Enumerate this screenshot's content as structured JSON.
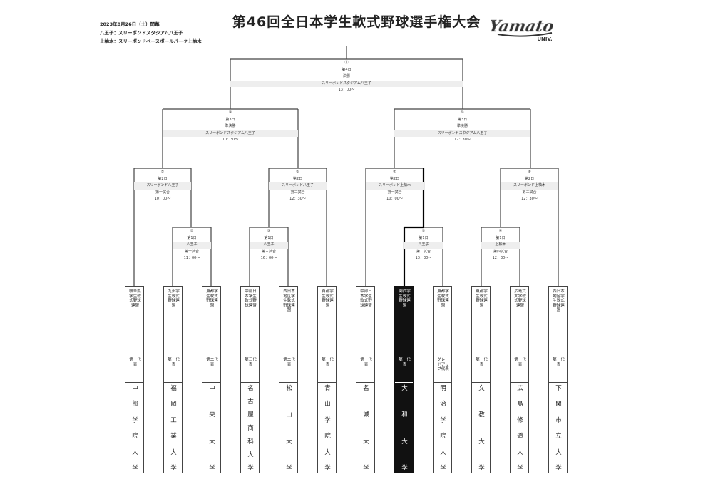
{
  "title": "第46回全日本学生軟式野球選手権大会",
  "info": [
    "2023年8月26日（土）開幕",
    "八王子：スリーボンドスタジアム八王子",
    "上柚木：スリーボンドベースボールパーク上柚木"
  ],
  "logo": {
    "text": "Yamato",
    "sub": "UNIV."
  },
  "matches": [
    {
      "id": "m11",
      "num": "⑪",
      "lines": [
        "第4日",
        "決勝",
        "スリーボンドスタジアム八王子",
        "13：00〜"
      ]
    },
    {
      "id": "m9",
      "num": "⑨",
      "lines": [
        "第3日",
        "準決勝",
        "スリーボンドスタジアム八王子",
        "10：30〜"
      ]
    },
    {
      "id": "m10",
      "num": "⑩",
      "lines": [
        "第3日",
        "準決勝",
        "スリーボンドスタジアム八王子",
        "12：30〜"
      ]
    },
    {
      "id": "m5",
      "num": "⑤",
      "lines": [
        "第2日",
        "スリーボンド八王子",
        "第一試合",
        "10：00〜"
      ]
    },
    {
      "id": "m6",
      "num": "⑥",
      "lines": [
        "第2日",
        "スリーボンド八王子",
        "第二試合",
        "12：30〜"
      ]
    },
    {
      "id": "m7",
      "num": "⑦",
      "lines": [
        "第2日",
        "スリーボンド上柚木",
        "第一試合",
        "10：00〜"
      ]
    },
    {
      "id": "m8",
      "num": "⑧",
      "lines": [
        "第2日",
        "スリーボンド上柚木",
        "第二試合",
        "12：30〜"
      ]
    },
    {
      "id": "m1",
      "num": "①",
      "lines": [
        "第1日",
        "八王子",
        "第一試合",
        "11：00〜"
      ]
    },
    {
      "id": "m3",
      "num": "③",
      "lines": [
        "第1日",
        "八王子",
        "第三試合",
        "16：00〜"
      ]
    },
    {
      "id": "m2",
      "num": "②",
      "lines": [
        "第1日",
        "八王子",
        "第二試合",
        "13：30〜"
      ]
    },
    {
      "id": "m4",
      "num": "④",
      "lines": [
        "第1日",
        "上柚木",
        "第四試合",
        "12：30〜"
      ]
    }
  ],
  "teams": [
    {
      "conf": "岐阜県学生軟式野球連盟",
      "rep": "第一代表",
      "name": "中部学院大学"
    },
    {
      "conf": "九州学生軟式野球連盟",
      "rep": "第一代表",
      "name": "福岡工業大学"
    },
    {
      "conf": "東都学生軟式野球連盟",
      "rep": "第二代表",
      "name": "中央大学"
    },
    {
      "conf": "中部日本学生軟式野球連盟",
      "rep": "第三代表",
      "name": "名古屋商科大学"
    },
    {
      "conf": "西日本地区学生軟式野球連盟",
      "rep": "第二代表",
      "name": "松山大学"
    },
    {
      "conf": "首都学生軟式野球連盟",
      "rep": "第一代表",
      "name": "青山学院大学"
    },
    {
      "conf": "中部日本学生軟式野球連盟",
      "rep": "第一代表",
      "name": "名城大学"
    },
    {
      "conf": "関西学生軟式野球連盟",
      "rep": "第一代表",
      "name": "大和大学"
    },
    {
      "conf": "東都学生軟式野球連盟",
      "rep": "グレードアップ代表",
      "name": "明治学院大学"
    },
    {
      "conf": "東都学生軟式野球連盟",
      "rep": "第一代表",
      "name": "文教大学"
    },
    {
      "conf": "広島六大学軟式野球連盟",
      "rep": "第一代表",
      "name": "広島修道大学"
    },
    {
      "conf": "西日本地区学生軟式野球連盟",
      "rep": "第一代表",
      "name": "下関市立大学"
    }
  ]
}
